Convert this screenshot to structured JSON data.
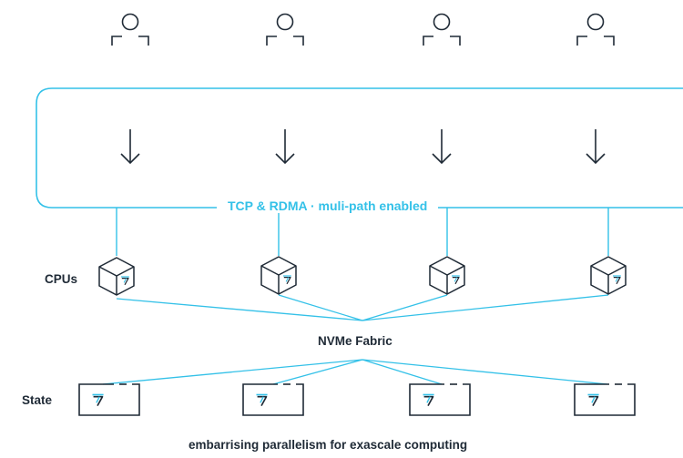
{
  "colors": {
    "accent": "#34c1e8",
    "ink": "#1f2a36",
    "background": "#ffffff"
  },
  "icons": {
    "user": "user-icon",
    "request": "arrow-down-icon",
    "cpu": "cpu-cube-icon",
    "drive": "nvme-drive-icon",
    "logo": "vast-logo-icon"
  },
  "diagram": {
    "network_label": "TCP & RDMA · muli-path enabled",
    "cpus_label": "CPUs",
    "fabric_label": "NVMe Fabric",
    "state_label": "State",
    "caption": "embarrising parallelism for exascale computing",
    "users": 4,
    "cpus": 4,
    "drives": 4
  }
}
